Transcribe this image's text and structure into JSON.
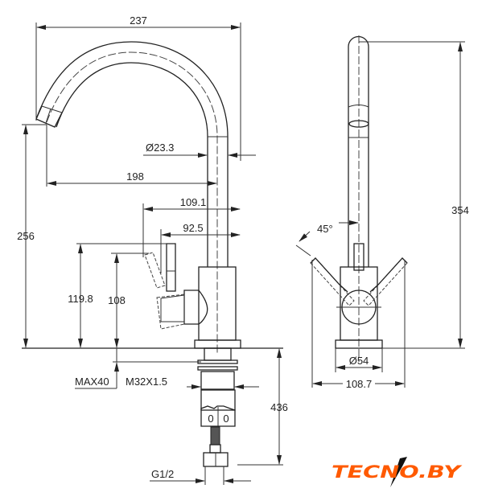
{
  "drawing": {
    "side_view": {
      "overall_width": "237",
      "pipe_diameter": "Ø23.3",
      "spout_reach": "198",
      "handle_reach_max": "109.1",
      "handle_reach": "92.5",
      "spout_height": "256",
      "handle_height_max": "119.8",
      "handle_height": "108",
      "max_counter_thickness": "MAX40",
      "thread": "M32X1.5",
      "hose_length": "436",
      "connection": "G1/2",
      "nut_marks": [
        "0",
        "0"
      ]
    },
    "front_view": {
      "total_height": "354",
      "handle_angle": "45°",
      "base_diameter": "Ø54",
      "handle_span": "108.7"
    }
  },
  "logo": {
    "text": "TECNO.BY",
    "color": "#ff5a00"
  }
}
